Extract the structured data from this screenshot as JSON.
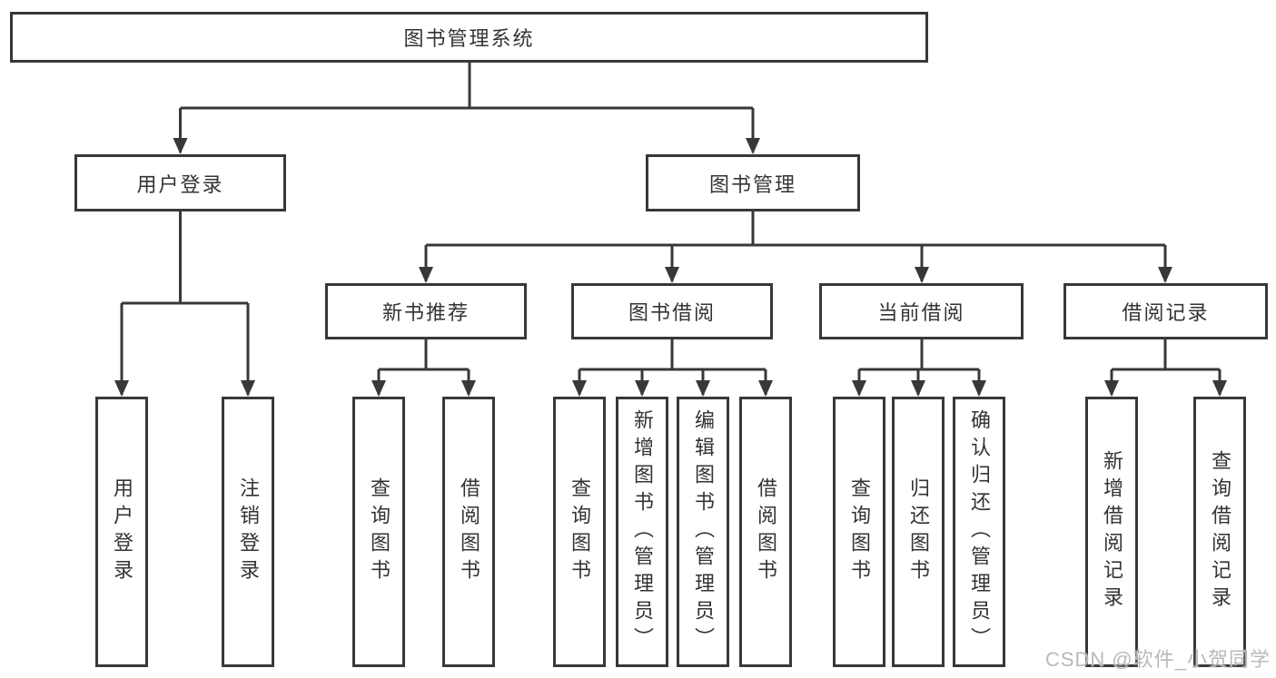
{
  "colors": {
    "line": "#383838",
    "text": "#333333",
    "bg": "#ffffff",
    "boxbg": "#ffffff",
    "watermark": "#b9b9b9"
  },
  "tree": {
    "label": "图书管理系统",
    "children": [
      {
        "label": "用户登录",
        "children": [
          {
            "label": "用户登录"
          },
          {
            "label": "注销登录"
          }
        ]
      },
      {
        "label": "图书管理",
        "children": [
          {
            "label": "新书推荐",
            "children": [
              {
                "label": "查询图书"
              },
              {
                "label": "借阅图书"
              }
            ]
          },
          {
            "label": "图书借阅",
            "children": [
              {
                "label": "查询图书"
              },
              {
                "label": "新增图书（管理员）"
              },
              {
                "label": "编辑图书（管理员）"
              },
              {
                "label": "借阅图书"
              }
            ]
          },
          {
            "label": "当前借阅",
            "children": [
              {
                "label": "查询图书"
              },
              {
                "label": "归还图书"
              },
              {
                "label": "确认归还（管理员）"
              }
            ]
          },
          {
            "label": "借阅记录",
            "children": [
              {
                "label": "新增借阅记录"
              },
              {
                "label": "查询借阅记录"
              }
            ]
          }
        ]
      }
    ]
  },
  "watermark": "CSDN @软件_小贺同学"
}
